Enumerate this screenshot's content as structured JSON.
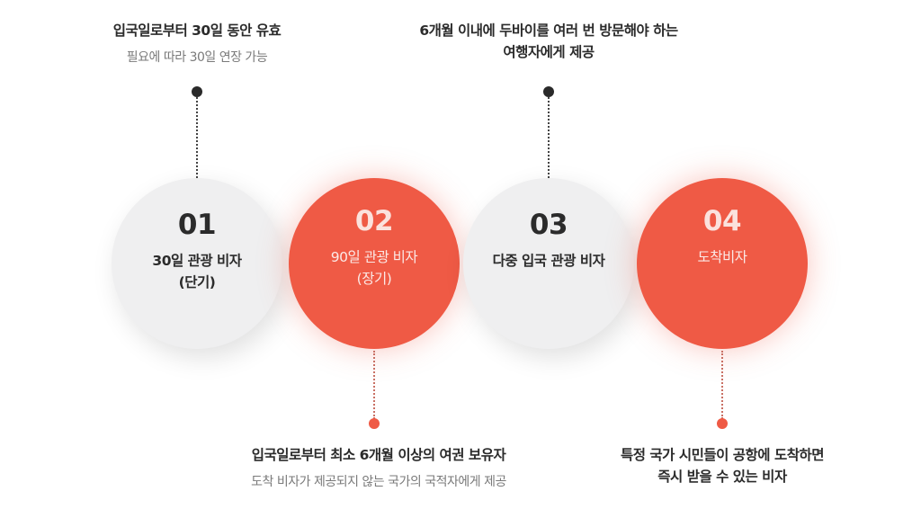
{
  "colors": {
    "accent": "#ef5a45",
    "light_circle": "#efeff0",
    "text_dark": "#2b2b2b",
    "text_muted": "#7a7a7a",
    "dot_dark": "#2a2a2a"
  },
  "steps": [
    {
      "number": "01",
      "label_line1": "30일 관광 비자",
      "label_line2": "(단기)",
      "style": "light",
      "note_position": "top",
      "note_title": "입국일로부터 30일 동안 유효",
      "note_sub": "필요에 따라 30일 연장 가능"
    },
    {
      "number": "02",
      "label_line1": "90일 관광 비자",
      "label_line2": "(장기)",
      "style": "accent",
      "note_position": "bottom",
      "note_title": "입국일로부터 최소 6개월 이상의 여권 보유자",
      "note_sub": "도착 비자가 제공되지 않는 국가의 국적자에게 제공"
    },
    {
      "number": "03",
      "label_line1": "다중 입국 관광 비자",
      "label_line2": "",
      "style": "light",
      "note_position": "top",
      "note_title_line1": "6개월 이내에 두바이를 여러 번 방문해야 하는",
      "note_title_line2": "여행자에게 제공"
    },
    {
      "number": "04",
      "label_line1": "도착비자",
      "label_line2": "",
      "style": "accent",
      "note_position": "bottom",
      "note_title_line1": "특정 국가 시민들이 공항에 도착하면",
      "note_title_line2": "즉시 받을 수 있는 비자"
    }
  ]
}
